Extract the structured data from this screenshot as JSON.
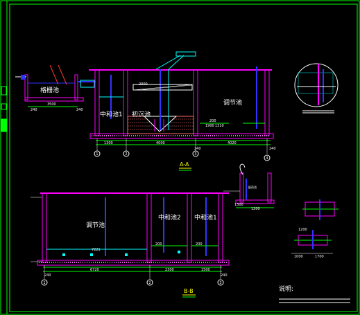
{
  "drawing": {
    "colors": {
      "background": "#000000",
      "frame": "#00ff00",
      "wall": "#ff00ff",
      "pipe": "#3333ff",
      "dimension": "#00ff00",
      "annotation": "#ffffff",
      "title": "#ffff00",
      "accent": "#00ffff",
      "brick": "#ff6666"
    },
    "section_aa": {
      "title": "A-A",
      "labels": {
        "grille": "格栅池",
        "neutral1": "中和池1",
        "primary": "初沉池",
        "regulation": "调节池"
      },
      "dims": {
        "d_240a": "240",
        "d_3500": "3500",
        "d_240b": "240",
        "d_1300": "1300",
        "d_2000": "2000",
        "d_4000": "4000",
        "d_240c": "240",
        "d_4020": "4020",
        "d_240d": "240",
        "d_1900": "1900",
        "d_1310": "1310",
        "d_200": "200"
      },
      "axes": [
        "1",
        "2",
        "3",
        "4"
      ]
    },
    "section_bb": {
      "title": "B-B",
      "labels": {
        "regulation": "调节池",
        "neutral2": "中和池2",
        "neutral1": "中和池1",
        "side": "配药池"
      },
      "dims": {
        "d_240a": "240",
        "d_6720": "6720",
        "d_2300": "2300",
        "d_1500": "1500",
        "d_240b": "240",
        "d_1200": "1200",
        "d_1300": "1300",
        "d_7221": "7221",
        "d_200a": "200",
        "d_200b": "200",
        "d_1000": "1000",
        "d_1200b": "1200",
        "d_1700": "1700"
      },
      "axes": [
        "1",
        "2",
        "3"
      ]
    },
    "notes_title": "说明:"
  }
}
